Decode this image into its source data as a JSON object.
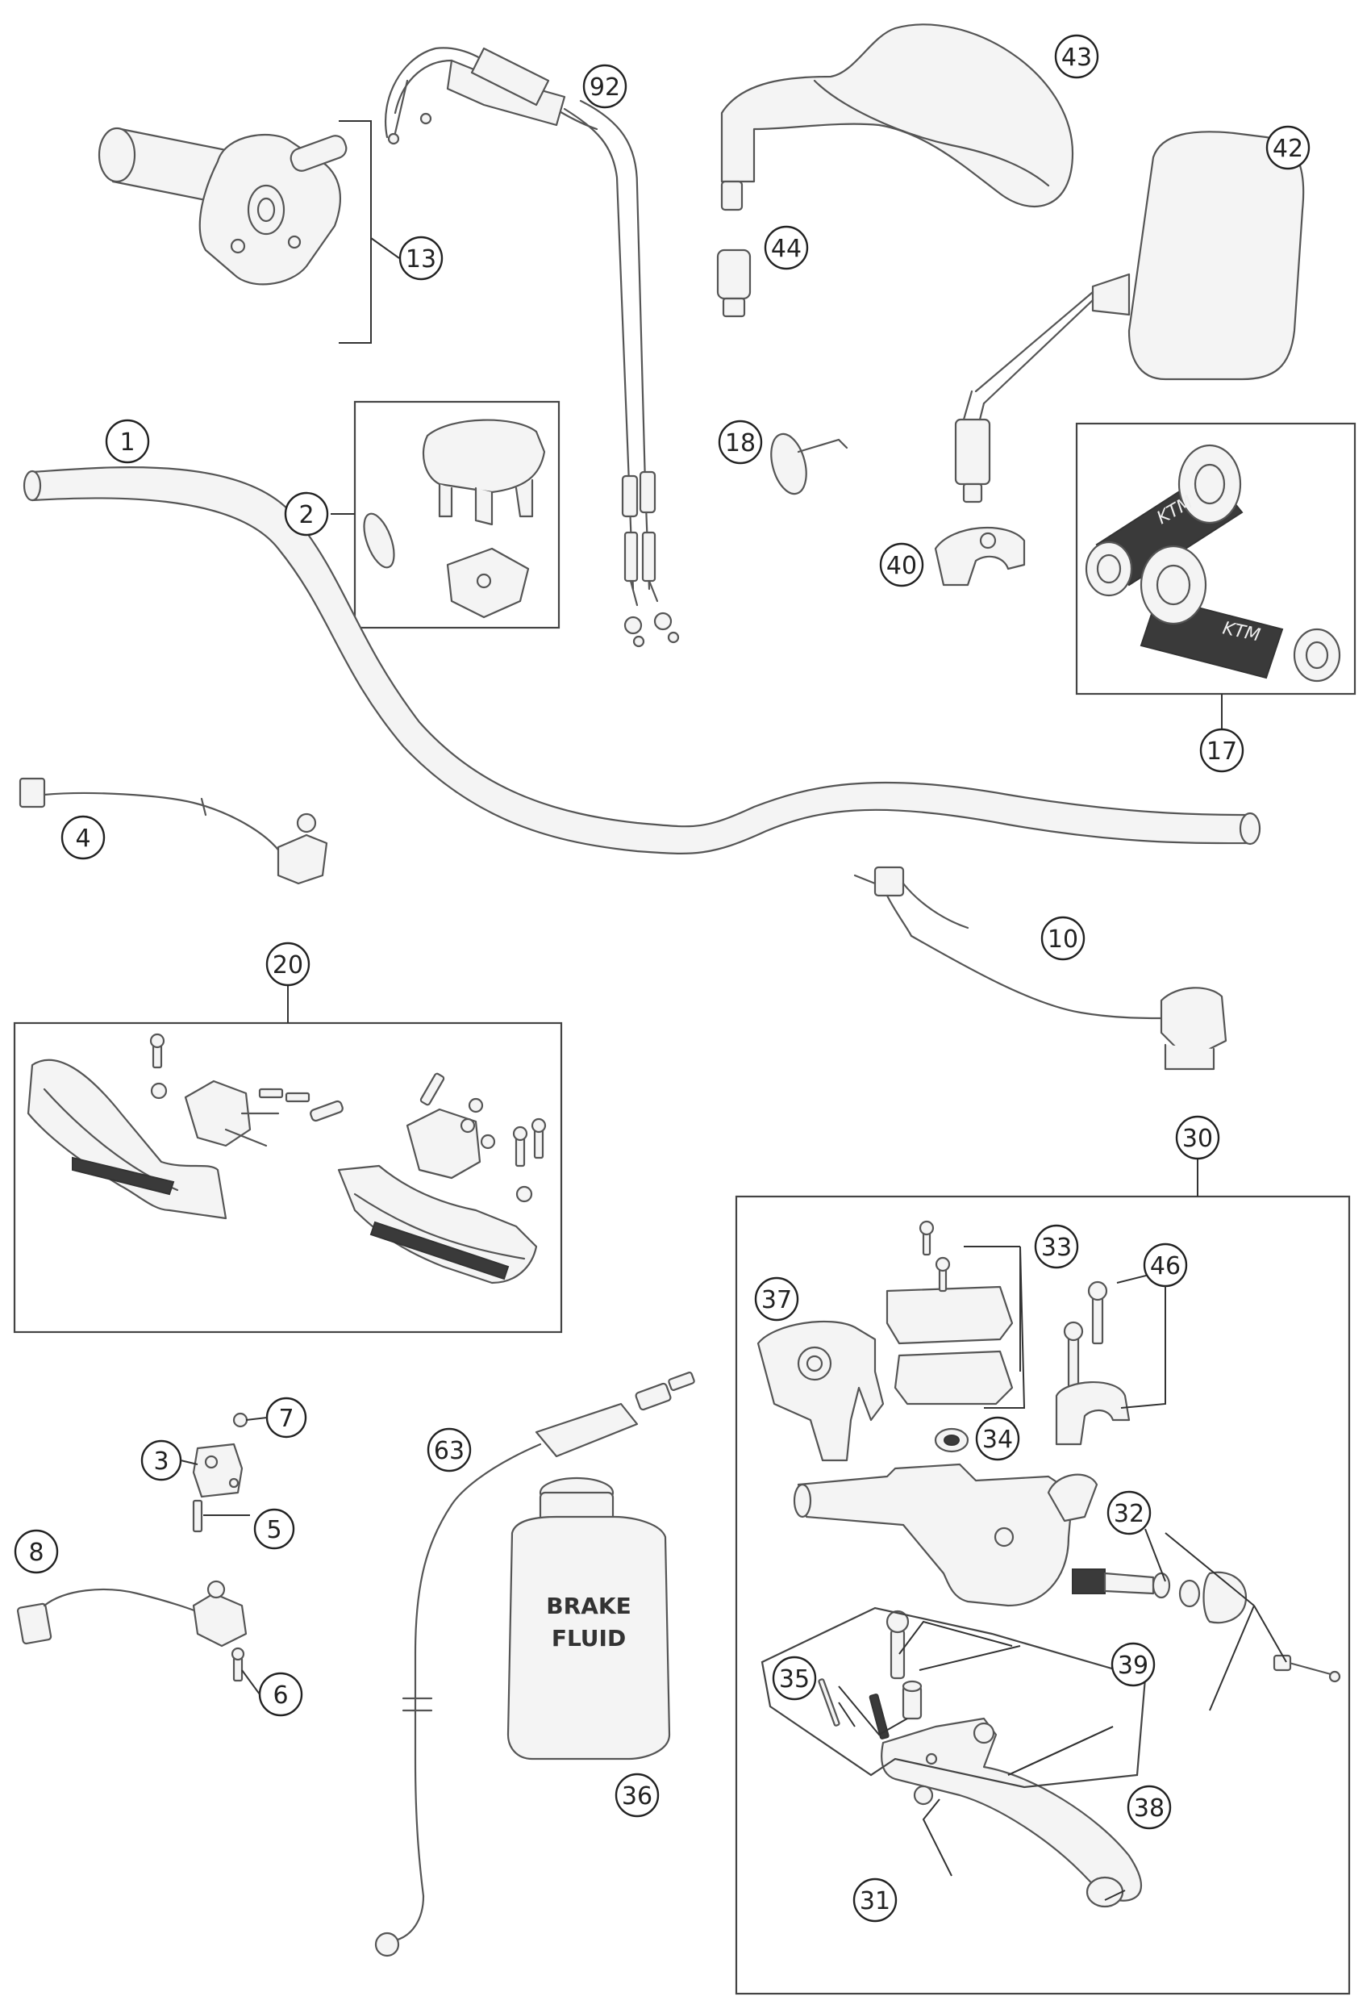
{
  "callouts": {
    "c1": "1",
    "c2": "2",
    "c3": "3",
    "c4": "4",
    "c5": "5",
    "c6": "6",
    "c7": "7",
    "c8": "8",
    "c10": "10",
    "c13": "13",
    "c17": "17",
    "c18": "18",
    "c20": "20",
    "c30": "30",
    "c31": "31",
    "c32": "32",
    "c33": "33",
    "c34": "34",
    "c35": "35",
    "c36": "36",
    "c37": "37",
    "c38": "38",
    "c39": "39",
    "c40": "40",
    "c42": "42",
    "c43": "43",
    "c44": "44",
    "c46": "46",
    "c63": "63",
    "c92": "92"
  },
  "brake_fluid_can": {
    "line1": "BRAKE",
    "line2": "FLUID"
  },
  "grip_logo": "KTM",
  "colors": {
    "line": "#555555",
    "fill": "#f4f4f4",
    "dark": "#3a3a3a",
    "background": "#ffffff"
  }
}
